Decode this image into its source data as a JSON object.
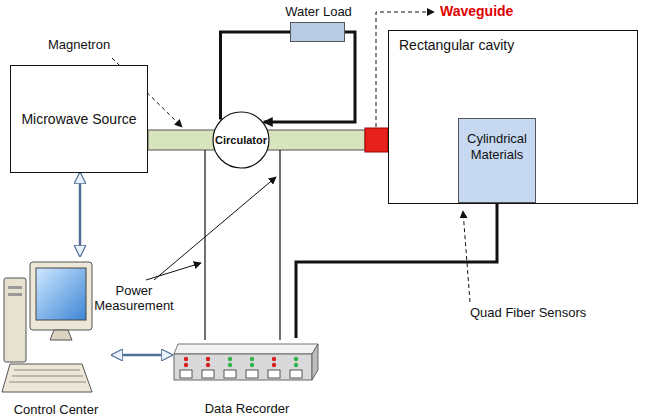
{
  "diagram": {
    "nodes": [
      {
        "text": [
          "Microwave Source"
        ]
      },
      {
        "text": [
          "Water Load"
        ]
      },
      {
        "text": [
          "Circulator"
        ]
      },
      {
        "text": [
          "Rectangular cavity"
        ]
      },
      {
        "text": [
          "Cylindrical Materials"
        ],
        "in": 3
      },
      {
        "text": [
          "Data Recorder"
        ]
      },
      {
        "text": [
          "Control Center"
        ]
      }
    ],
    "edges": [
      {
        "from": 0,
        "to": 6,
        "arrow": "both"
      },
      {
        "from": 6,
        "to": 5,
        "arrow": "both"
      },
      {
        "from": 2,
        "to": 1,
        "arrow": "none"
      },
      {
        "from": 1,
        "to": 2,
        "arrow": "to"
      },
      {
        "from": 4,
        "to": 5,
        "arrow": "none"
      }
    ],
    "labels": [
      "Magnetron",
      "Waveguide",
      "Power Measurement",
      "Quad Fiber Sensors"
    ]
  }
}
